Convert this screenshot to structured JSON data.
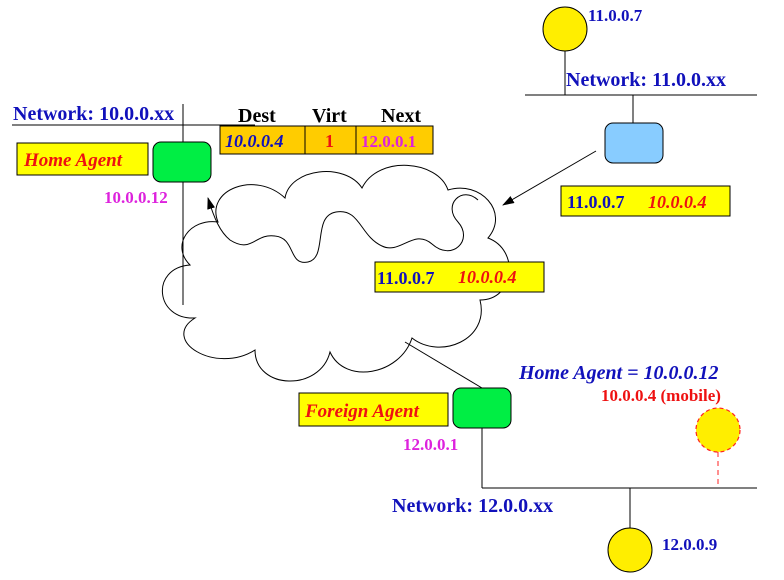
{
  "networks": {
    "home": "Network: 10.0.0.xx",
    "remote": "Network: 11.0.0.xx",
    "foreign": "Network: 12.0.0.xx"
  },
  "hosts": {
    "remote_host": "11.0.0.7",
    "foreign_host": "12.0.0.9"
  },
  "home_agent": {
    "label": "Home Agent",
    "ip": "10.0.0.12"
  },
  "foreign_agent": {
    "label": "Foreign Agent",
    "ip": "12.0.0.1"
  },
  "binding_table": {
    "headers": [
      "Dest",
      "Virt",
      "Next"
    ],
    "row": [
      "10.0.0.4",
      "1",
      "12.0.0.1"
    ]
  },
  "packets": {
    "right": {
      "src": "11.0.0.7",
      "dst": "10.0.0.4"
    },
    "cloud": {
      "src": "11.0.0.7",
      "dst": "10.0.0.4"
    }
  },
  "mobile": {
    "home_agent_note": "Home Agent = 10.0.0.12",
    "label": "10.0.0.4 (mobile)"
  },
  "colors": {
    "blue_text": "#1111bb",
    "magenta_text": "#dd22dd",
    "red_text": "#ee1111",
    "label_box": "#ffff00",
    "table_box": "#ffcc00",
    "router_green": "#00ee44",
    "router_blue": "#88ccff",
    "host_yellow": "#ffee00"
  }
}
